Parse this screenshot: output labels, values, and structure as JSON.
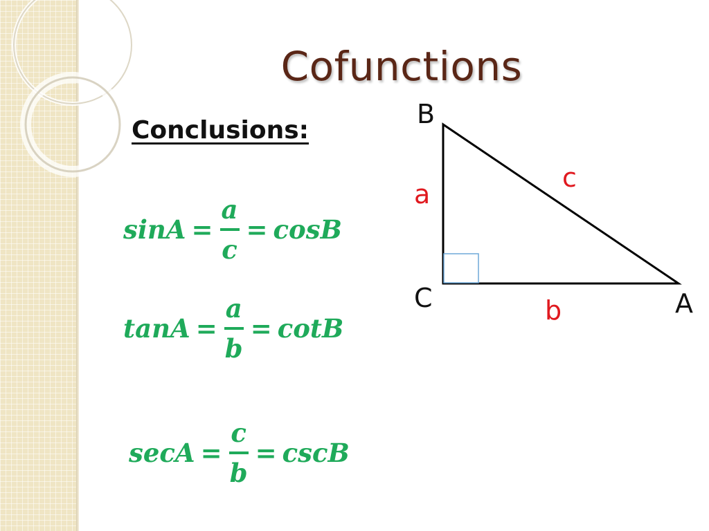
{
  "slide": {
    "title": "Cofunctions",
    "subtitle": "Conclusions:"
  },
  "formulas": [
    {
      "lhs": "sinA",
      "eq1": "=",
      "num": "a",
      "den": "c",
      "eq2": "=",
      "rhs": "cosB"
    },
    {
      "lhs": "tanA",
      "eq1": "=",
      "num": "a",
      "den": "b",
      "eq2": "=",
      "rhs": "cotB"
    },
    {
      "lhs": "secA",
      "eq1": "=",
      "num": "c",
      "den": "b",
      "eq2": "=",
      "rhs": "cscB"
    }
  ],
  "triangle": {
    "vertices": {
      "b": "B",
      "c": "C",
      "a": "A"
    },
    "sides": {
      "a": "a",
      "b": "b",
      "c": "c"
    }
  },
  "colors": {
    "title": "#5a2616",
    "formula": "#1faa5a",
    "side_labels": "#e0191f",
    "vertex_labels": "#111111",
    "right_angle_marker": "#6ea8d8"
  }
}
